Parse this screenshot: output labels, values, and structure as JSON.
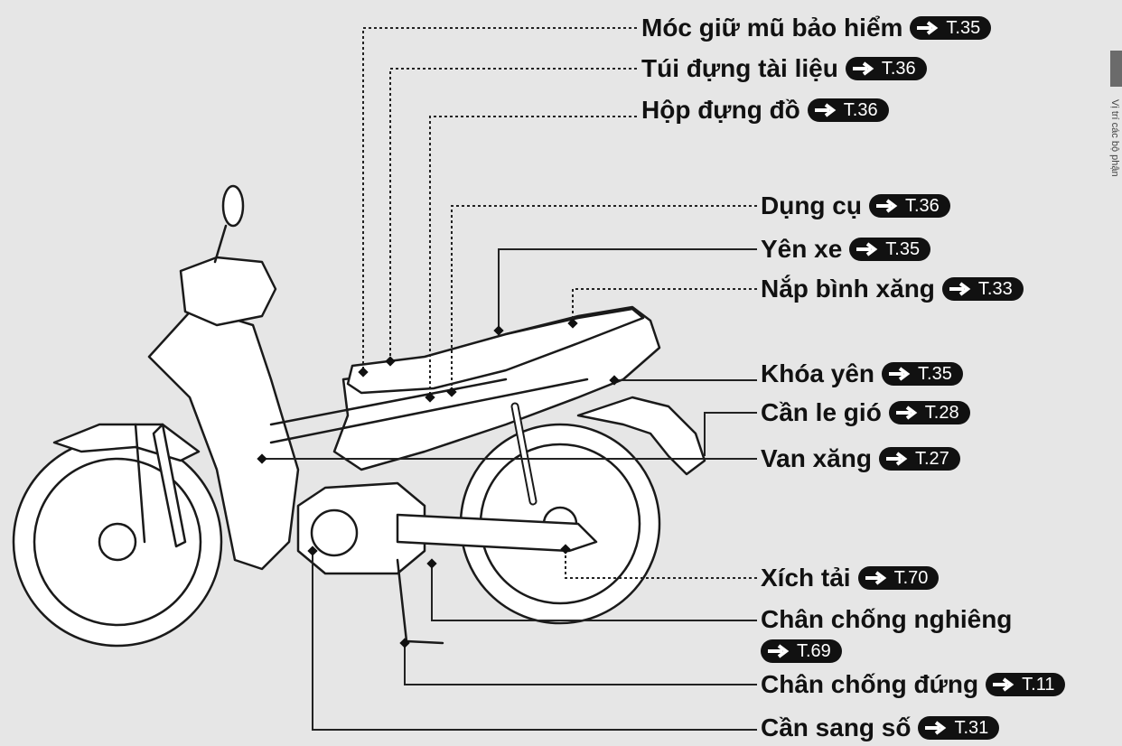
{
  "callouts": [
    {
      "id": "helmet-holder",
      "label": "Móc giữ mũ bảo hiểm",
      "ref": "T.35"
    },
    {
      "id": "document-bag",
      "label": "Túi đựng tài liệu",
      "ref": "T.36"
    },
    {
      "id": "storage-box",
      "label": "Hộp đựng đồ",
      "ref": "T.36"
    },
    {
      "id": "tool-kit",
      "label": "Dụng cụ",
      "ref": "T.36"
    },
    {
      "id": "seat",
      "label": "Yên xe",
      "ref": "T.35"
    },
    {
      "id": "fuel-cap",
      "label": "Nắp bình xăng",
      "ref": "T.33"
    },
    {
      "id": "seat-lock",
      "label": "Khóa yên",
      "ref": "T.35"
    },
    {
      "id": "choke-lever",
      "label": "Cần le gió",
      "ref": "T.28"
    },
    {
      "id": "fuel-valve",
      "label": "Van xăng",
      "ref": "T.27"
    },
    {
      "id": "drive-chain",
      "label": "Xích tải",
      "ref": "T.70"
    },
    {
      "id": "side-stand",
      "label": "Chân chống nghiêng",
      "ref": "T.69"
    },
    {
      "id": "center-stand",
      "label": "Chân chống đứng",
      "ref": "T.11"
    },
    {
      "id": "gearshift-pedal",
      "label": "Cần sang số",
      "ref": "T.31"
    }
  ],
  "side_tab": {
    "text": "Vị trí các bộ phận"
  },
  "colors": {
    "background": "#e6e6e6",
    "badge": "#111111",
    "line": "#222222"
  }
}
